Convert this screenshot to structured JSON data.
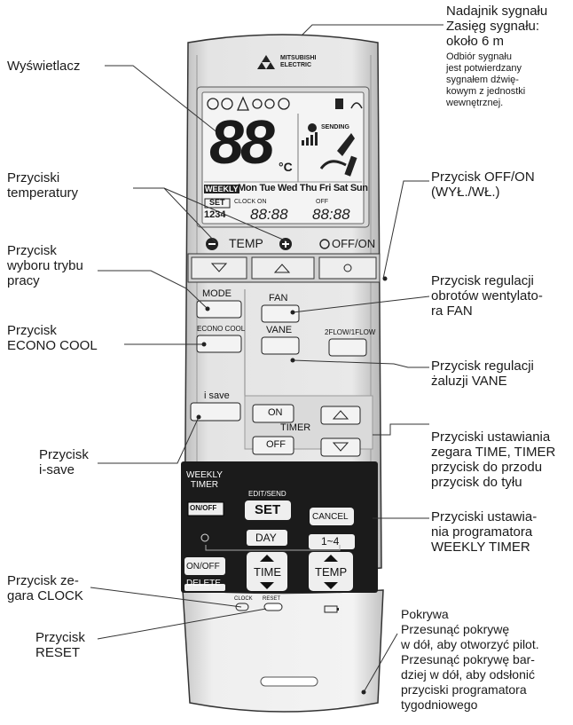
{
  "annotations": {
    "transmitter": "Nadajnik sygnału\nZasięg sygnału:\nokoło 6 m",
    "transmitter_note": "Odbiór sygnału\njest potwierdzany\nsygnałem dźwię-\nkowym z jednostki\nwewnętrznej.",
    "display": "Wyświetlacz",
    "temp_buttons": "Przyciski\ntemperatury",
    "off_on": "Przycisk OFF/ON\n(WYŁ./WŁ.)",
    "mode": "Przycisk\nwyboru trybu\npracy",
    "fan": "Przycisk regulacji\nobrotów wentylato-\nra FAN",
    "econo": "Przycisk\nECONO COOL",
    "vane": "Przycisk regulacji\nżaluzji VANE",
    "isave": "Przycisk\ni-save",
    "timer": "Przyciski ustawiania\nzegara TIME, TIMER\n przycisk do przodu\n przycisk do tyłu",
    "weekly": "Przyciski ustawia-\nnia programatora\nWEEKLY TIMER",
    "clock": "Przycisk ze-\ngara CLOCK",
    "reset": "Przycisk\nRESET",
    "cover_title": "Pokrywa",
    "cover_text": "Przesunąć pokrywę\nw dół, aby otworzyć pilot.\nPrzesunąć pokrywę bar-\ndziej w dół, aby odsłonić\nprzyciski programatora\ntygodniowego"
  },
  "remote": {
    "brand": "MITSUBISHI\nELECTRIC",
    "lcd": {
      "temp": "88",
      "unit": "°C",
      "sending": "SENDING",
      "weekly": "WEEKLY",
      "days": "Mon Tue Wed Thu Fri Sat Sun",
      "set": "SET",
      "clock": "CLOCK",
      "on": "ON",
      "off": "OFF",
      "digits_left": "1234",
      "time1": "88:88",
      "time2": "88:88"
    },
    "temp_label": "TEMP",
    "offon_label": "OFF/ON",
    "mode_label": "MODE",
    "fan_label": "FAN",
    "econo_label": "ECONO COOL",
    "vane_label": "VANE",
    "flow_label": "2FLOW/1FLOW",
    "isave_label": "i save",
    "timer_on": "ON",
    "timer_label": "TIMER",
    "timer_off": "OFF",
    "weekly_timer": "WEEKLY\nTIMER",
    "onoff_small": "ON/OFF",
    "edit_send": "EDIT/SEND",
    "set": "SET",
    "cancel": "CANCEL",
    "day": "DAY",
    "range": "1~4",
    "onoff2": "ON/OFF",
    "delete": "DELETE",
    "time": "TIME",
    "temp2": "TEMP",
    "clock_label": "CLOCK",
    "reset_label": "RESET"
  },
  "colors": {
    "body": "#e6e6e6",
    "body_dark": "#cfcfcf",
    "lcd_bg": "#f2f2f2",
    "panel_dark": "#1b1b1b",
    "line": "#333333"
  }
}
